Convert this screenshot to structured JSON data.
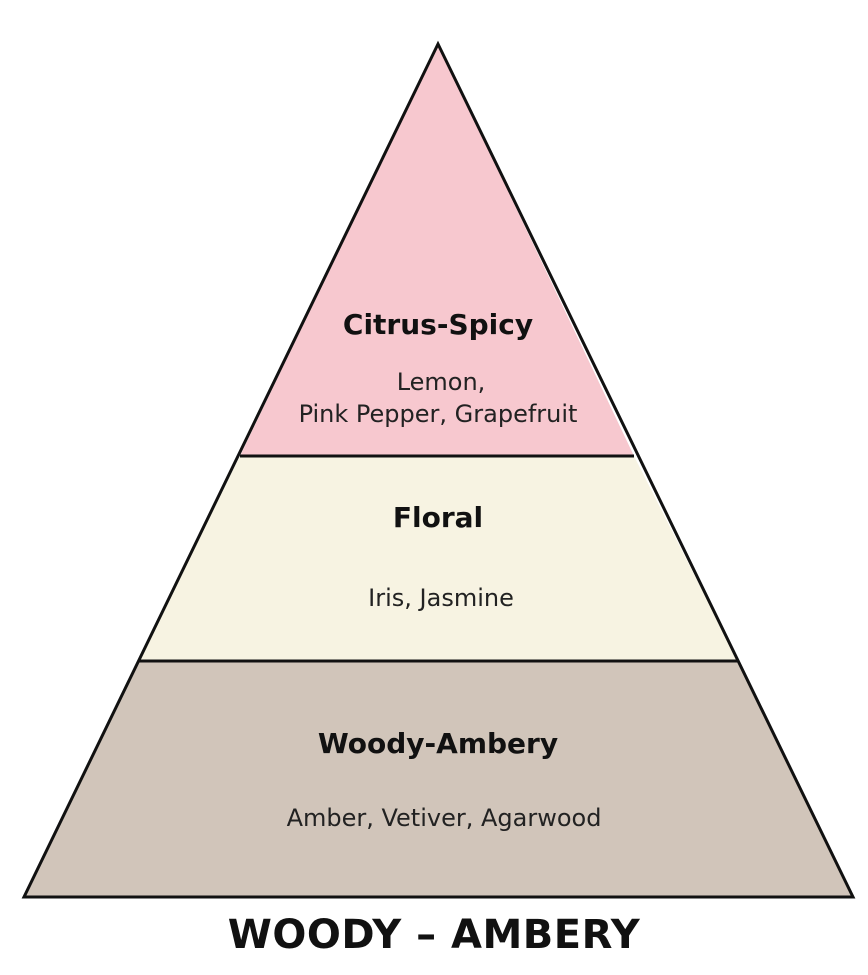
{
  "tiers": {
    "top": {
      "title": "Citrus-Spicy",
      "notes_line1": "Lemon,",
      "notes_line2": "Pink Pepper, Grapefruit",
      "color": "#f7c8cf"
    },
    "middle": {
      "title": "Floral",
      "notes_line1": "Iris, Jasmine",
      "color": "#f7f3e2"
    },
    "base": {
      "title": "Woody-Ambery",
      "notes_line1": "Amber, Vetiver, Agarwood",
      "color": "#d1c5ba"
    }
  },
  "caption": "WOODY – AMBERY",
  "outline_color": "#111111"
}
